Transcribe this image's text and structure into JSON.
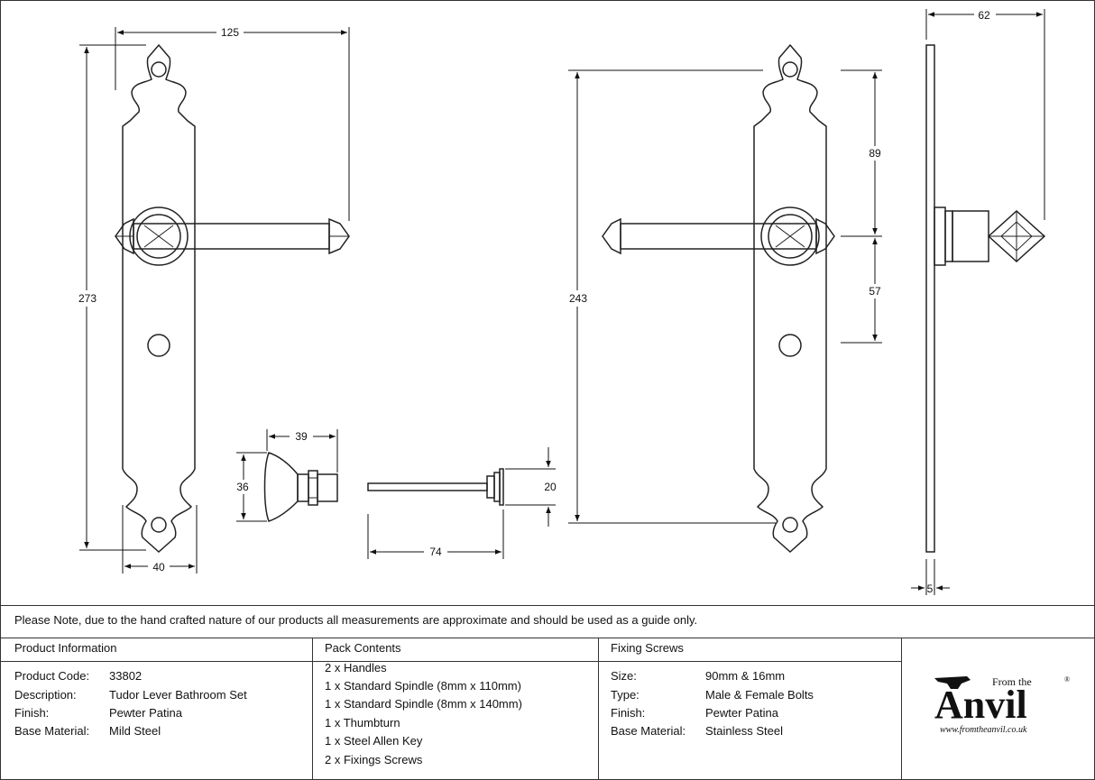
{
  "dimensions": {
    "front_width": "125",
    "front_height": "273",
    "front_base_width": "40",
    "thumbturn_length": "39",
    "thumbturn_diameter": "36",
    "spindle_length": "74",
    "spindle_rose": "20",
    "back_height": "243",
    "upper_to_lever": "89",
    "lever_to_hole": "57",
    "projection": "62",
    "plate_thickness": "5"
  },
  "note": "Please Note, due to the hand crafted nature of our products all measurements are approximate and should be used as a guide only.",
  "product_info": {
    "title": "Product Information",
    "rows": [
      {
        "label": "Product Code:",
        "value": "33802"
      },
      {
        "label": "Description:",
        "value": "Tudor Lever Bathroom Set"
      },
      {
        "label": "Finish:",
        "value": "Pewter Patina"
      },
      {
        "label": "Base Material:",
        "value": "Mild Steel"
      }
    ]
  },
  "pack_contents": {
    "title": "Pack Contents",
    "items": [
      "2 x Handles",
      "1 x Standard Spindle (8mm x 110mm)",
      "1 x Standard Spindle (8mm x 140mm)",
      "1 x Thumbturn",
      "1 x Steel Allen Key",
      "2 x Fixings Screws"
    ]
  },
  "fixing_screws": {
    "title": "Fixing Screws",
    "rows": [
      {
        "label": "Size:",
        "value": "90mm & 16mm"
      },
      {
        "label": "Type:",
        "value": "Male & Female Bolts"
      },
      {
        "label": "Finish:",
        "value": "Pewter Patina"
      },
      {
        "label": "Base Material:",
        "value": "Stainless Steel"
      }
    ]
  },
  "logo": {
    "from": "From the",
    "brand": "Anvil",
    "reg": "®",
    "url": "www.fromtheanvil.co.uk"
  }
}
